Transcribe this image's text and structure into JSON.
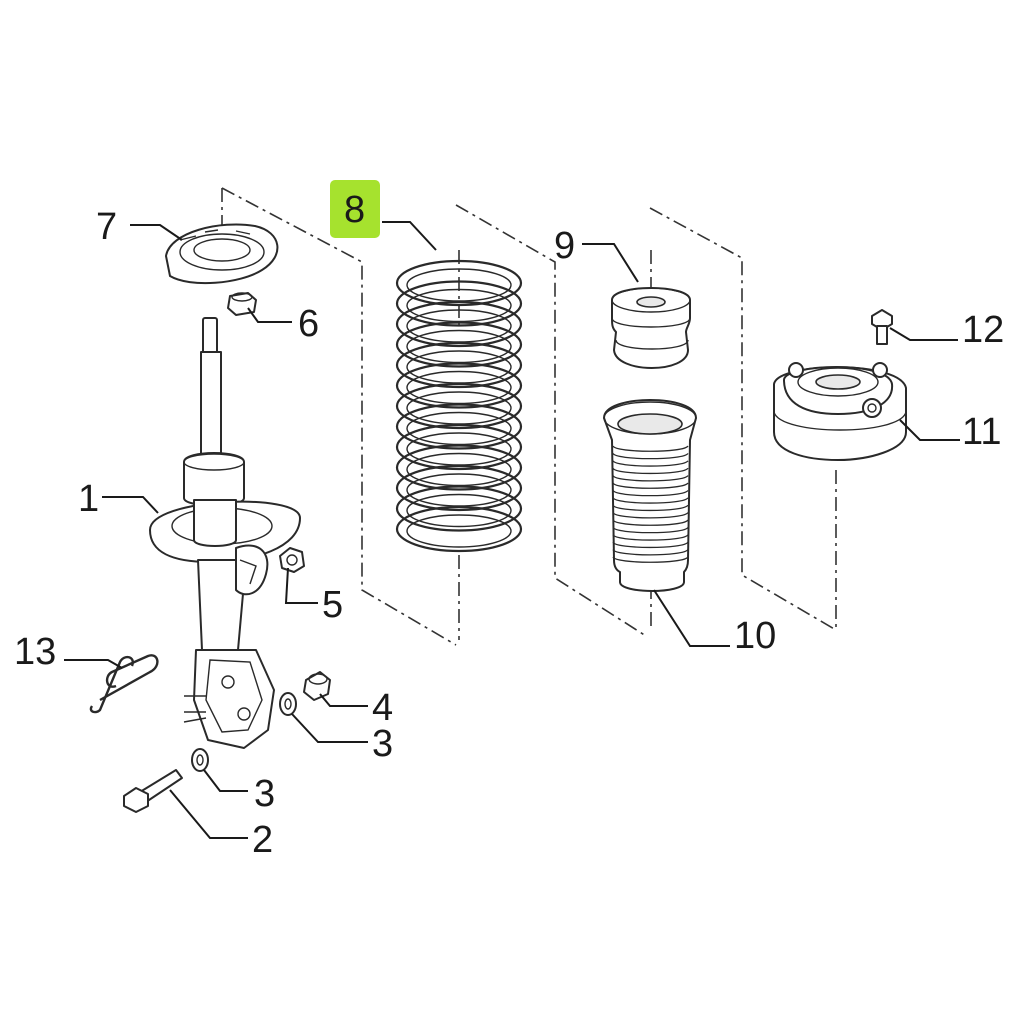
{
  "highlight_color": "#a6e22e",
  "callouts": {
    "c1": "1",
    "c2": "2",
    "c3a": "3",
    "c3b": "3",
    "c4": "4",
    "c5": "5",
    "c6": "6",
    "c7": "7",
    "c8": "8",
    "c9": "9",
    "c10": "10",
    "c11": "11",
    "c12": "12",
    "c13": "13"
  },
  "highlighted_callout": "8"
}
